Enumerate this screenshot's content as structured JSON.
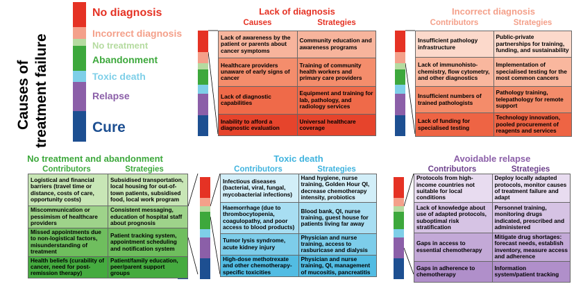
{
  "main_title": {
    "line1": "Causes of",
    "line2": "treatment failure"
  },
  "legend": [
    {
      "label": "No diagnosis",
      "color": "#e53224"
    },
    {
      "label": "Incorrect diagnosis",
      "color": "#f4a08a"
    },
    {
      "label": "No treatment",
      "color": "#b5dba0"
    },
    {
      "label": "Abandonment",
      "color": "#3da83c"
    },
    {
      "label": "Toxic death",
      "color": "#7ecfe8"
    },
    {
      "label": "Relapse",
      "color": "#8b5fa8"
    },
    {
      "label": "Cure",
      "color": "#1d4f91"
    }
  ],
  "lack_of_diagnosis": {
    "title": "Lack of diagnosis",
    "col1": "Causes",
    "col2": "Strategies",
    "rows": [
      {
        "a": "Lack of awareness by the patient or parents about cancer symptoms",
        "b": "Community education and awareness programs",
        "bg": "#f7b49c"
      },
      {
        "a": "Healthcare providers unaware of early signs of cancer",
        "b": "Training of community health workers and primary care providers",
        "bg": "#f48d6c"
      },
      {
        "a": "Lack of diagnostic capabilities",
        "b": "Equipment and training for lab, pathology, and radiology services",
        "bg": "#ef6a49"
      },
      {
        "a": "Inability to afford a diagnostic evaluation",
        "b": "Universal healthcare coverage",
        "bg": "#e6442c"
      }
    ]
  },
  "incorrect_diagnosis": {
    "title": "Incorrect diagnosis",
    "col1": "Contributors",
    "col2": "Strategies",
    "rows": [
      {
        "a": "Insufficient pathology infrastructure",
        "b": "Public-private partnerships for training, funding, and sustainability",
        "bg": "#fcd9cb"
      },
      {
        "a": "Lack of immunohisto-chemistry, flow cytometry, and other diagnostics",
        "b": "Implementation of specialised testing for the most common cancers",
        "bg": "#f9b79e"
      },
      {
        "a": "Insufficient numbers of trained pathologists",
        "b": "Pathology training, telepathology for remote support",
        "bg": "#f48c6a"
      },
      {
        "a": "Lack of funding for specialised testing",
        "b": "Technology innovation, pooled procurement of reagents and services",
        "bg": "#ee6444"
      }
    ]
  },
  "no_treatment": {
    "title": "No treatment and abandonment",
    "col1": "Contributors",
    "col2": "Strategies",
    "rows": [
      {
        "a": "Logistical and financial barriers (travel time or distance, costs of care, opportunity costs)",
        "b": "Subsidised transportation, local housing for out-of-town patients, subsidised food, local work program",
        "bg": "#c8e6b6"
      },
      {
        "a": "Miscommunication or pessimism of healthcare providers",
        "b": "Consistent messaging, education of hospital staff about prognosis",
        "bg": "#9ed38a"
      },
      {
        "a": "Missed appointments due to non-logistical factors, misunderstanding of treatment",
        "b": "Patient tracking system, appointment scheduling and notification system",
        "bg": "#6fbe5e"
      },
      {
        "a": "Health beliefs (curability of cancer, need for post-remission therapy)",
        "b": "Patient/family education, peer/parent support groups",
        "bg": "#45ab3f"
      }
    ]
  },
  "toxic_death": {
    "title": "Toxic death",
    "col1": "Contributors",
    "col2": "Strategies",
    "rows": [
      {
        "a": "Infectious diseases (bacterial, viral, fungal, mycobacterial infections)",
        "b": "Hand hygiene, nurse training, Golden Hour QI, decrease chemotherapy intensity, probiotics",
        "bg": "#d2eef8"
      },
      {
        "a": "Haemorrhage (due to thrombocytopenia, coagulopathy, and poor access to blood products)",
        "b": "Blood bank, QI, nurse training, guest house for patients living far away",
        "bg": "#a8def2"
      },
      {
        "a": "Tumor lysis syndrome, acute kidney injury",
        "b": "Physician and nurse training, access to rasburicase and dialysis",
        "bg": "#7dcdea"
      },
      {
        "a": "High-dose methotrexate and other chemotherapy-specific toxicities",
        "b": "Physician and nurse training, QI, management of mucositis, pancreatitis",
        "bg": "#52bce3"
      }
    ]
  },
  "relapse": {
    "title": "Avoidable relapse",
    "col1": "Contributors",
    "col2": "Strategies",
    "rows": [
      {
        "a": "Protocols from high-income countries not suitable for local conditions",
        "b": "Deploy locally adapted protocols, monitor causes of treatment failure and adapt",
        "bg": "#e8dcf0"
      },
      {
        "a": "Lack of knowledge about use of adapted protocols, suboptimal risk stratification",
        "b": "Personnel training, monitoring drugs indicated, prescribed and administered",
        "bg": "#d6c3e4"
      },
      {
        "a": "Gaps in access to essential chemotherapy",
        "b": "Mitigate drug shortages: forecast needs, establish inventory, measure access and adherence",
        "bg": "#c3a9d7"
      },
      {
        "a": "Gaps in adherence to chemotherapy",
        "b": "Information system/patient tracking",
        "bg": "#b08fca"
      }
    ]
  }
}
